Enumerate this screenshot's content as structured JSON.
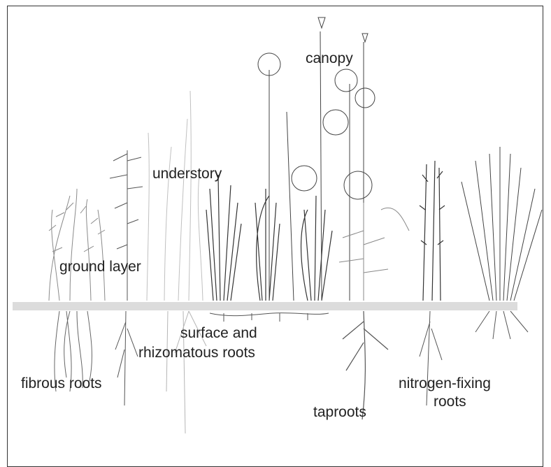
{
  "labels": {
    "canopy": "canopy",
    "understory": "understory",
    "ground_layer": "ground layer",
    "surface_roots_line1": "surface and",
    "surface_roots_line2": "rhizomatous roots",
    "fibrous_roots": "fibrous roots",
    "taproots": "taproots",
    "nitrogen_line1": "nitrogen-fixing",
    "nitrogen_line2": "roots"
  },
  "colors": {
    "ink": "#222222",
    "light_ink": "#9a9a9a",
    "faint_ink": "#c8c8c8",
    "soil_line": "#dcdcdc"
  }
}
